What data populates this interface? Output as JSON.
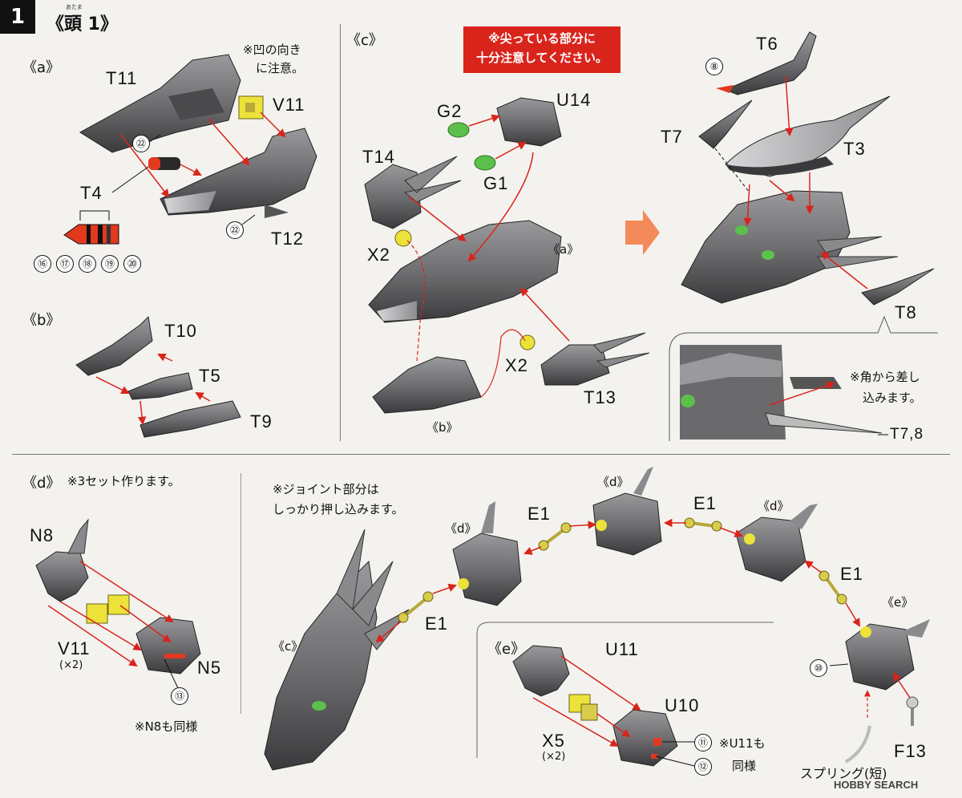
{
  "step_number": "1",
  "title": "《頭 1》",
  "title_ruby": "あたま",
  "sections": {
    "a": "《a》",
    "b": "《b》",
    "c": "《c》",
    "d": "《d》",
    "e": "《e》"
  },
  "warning": {
    "line1": "※尖っている部分に",
    "line2": "十分注意してください。",
    "color": "#d9241c"
  },
  "notes": {
    "concave_line1": "※凹の向き",
    "concave_line2": "に注意。",
    "corner_line1": "※角から差し",
    "corner_line2": "込みます。",
    "three_sets": "※3セット作ります。",
    "joint_line1": "※ジョイント部分は",
    "joint_line2": "しっかり押し込みます。",
    "n8_same": "※N8も同様",
    "u11_same_line1": "※U11も",
    "u11_same_line2": "同様"
  },
  "parts": {
    "T11": "T11",
    "V11": "V11",
    "T4": "T4",
    "T12": "T12",
    "T10": "T10",
    "T5": "T5",
    "T9": "T9",
    "G2": "G2",
    "G1": "G1",
    "U14": "U14",
    "T14": "T14",
    "X2": "X2",
    "X2b": "X2",
    "T13": "T13",
    "ref_a": "《a》",
    "ref_b": "《b》",
    "T6": "T6",
    "T7": "T7",
    "T3": "T3",
    "T8": "T8",
    "T78": "T7,8",
    "N8": "N8",
    "V11d": "V11",
    "x2": "(×2)",
    "N5": "N5",
    "E1a": "E1",
    "E1b": "E1",
    "E1c": "E1",
    "E1d": "E1",
    "ref_c": "《c》",
    "ref_d1": "《d》",
    "ref_d2": "《d》",
    "ref_d3": "《d》",
    "ref_e": "《e》",
    "U11": "U11",
    "U10": "U10",
    "X5": "X5",
    "x2b": "(×2)",
    "F13": "F13",
    "spring": "スプリング(短)"
  },
  "markers": {
    "m22a": "㉒",
    "m22b": "㉒",
    "m8": "⑧",
    "m16": "⑯",
    "m17": "⑰",
    "m18": "⑱",
    "m19": "⑲",
    "m20": "⑳",
    "m13": "⑬",
    "m10": "⑩",
    "m11": "⑪",
    "m12": "⑫"
  },
  "watermark": "HOBBY SEARCH",
  "colors": {
    "part_gray": "#6f6f72",
    "part_dark": "#3a3a3c",
    "yellow": "#ece23a",
    "green": "#5cc04a",
    "arrow": "#d9241c",
    "hint_arrow": "#f48a5a",
    "sticker_red": "#e2391f",
    "olive": "#b7a93a"
  }
}
